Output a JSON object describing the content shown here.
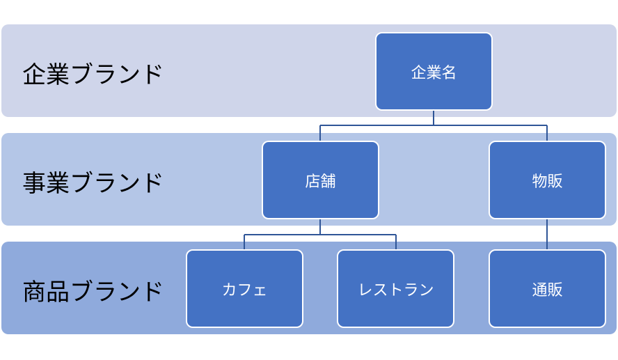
{
  "colors": {
    "band_corporate": "#CFD5EA",
    "band_business": "#B4C6E7",
    "band_product": "#8FAADC",
    "node_fill": "#4472C4",
    "connector": "#2F5597"
  },
  "tiers": {
    "corporate": {
      "label": "企業ブランド"
    },
    "business": {
      "label": "事業ブランド"
    },
    "product": {
      "label": "商品ブランド"
    }
  },
  "nodes": {
    "company": "企業名",
    "store": "店舗",
    "goods": "物販",
    "cafe": "カフェ",
    "restaurant": "レストラン",
    "mailorder": "通販"
  }
}
